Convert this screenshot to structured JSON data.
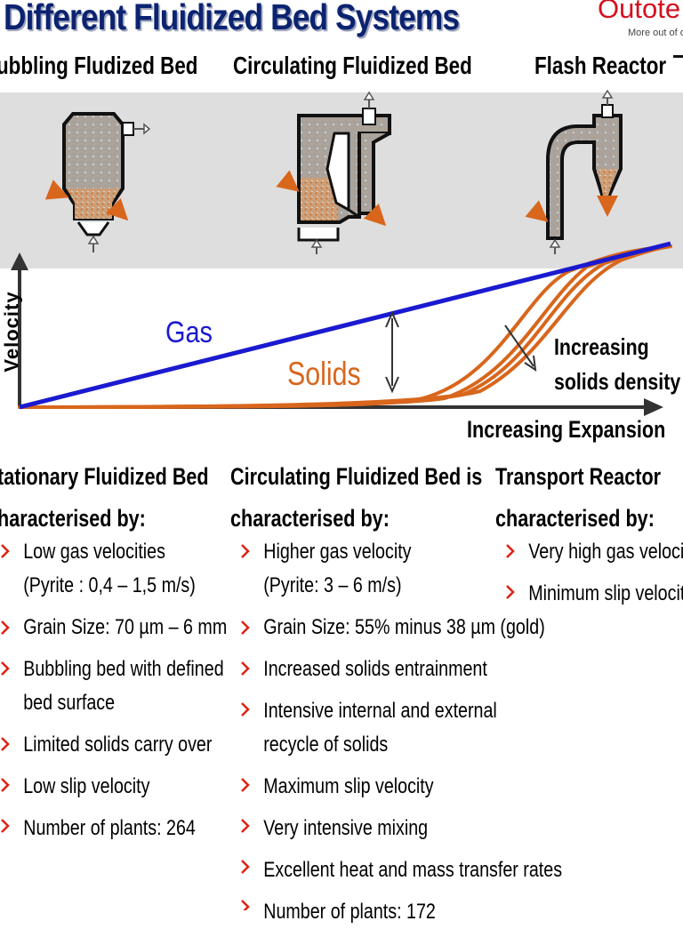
{
  "header": {
    "title": "Different Fluidized Bed Systems",
    "logo_text": "Outote",
    "logo_tagline": "More out of o",
    "brand_color": "#d3101c"
  },
  "column_headers": [
    "ubbling Fludized Bed",
    "Circulating Fluidized Bed",
    "Flash Reactor"
  ],
  "chart": {
    "y_label": "Velocity",
    "x_label": "Increasing Expansion",
    "gas_label": "Gas",
    "solids_label": "Solids",
    "density_label": [
      "Increasing",
      "solids density"
    ],
    "gas_color": "#1a1ad0",
    "solids_color": "#d8661c"
  },
  "sections": [
    {
      "heading": [
        "tationary Fluidized Bed",
        "haracterised by:"
      ],
      "bullets": [
        [
          "Low gas velocities",
          "(Pyrite : 0,4 – 1,5 m/s)"
        ],
        [
          "Grain Size: 70 µm – 6 mm"
        ],
        [
          "Bubbling bed with defined",
          "bed surface"
        ],
        [
          "Limited solids carry over"
        ],
        [
          "Low slip velocity"
        ],
        [
          "Number of plants: 264"
        ]
      ]
    },
    {
      "heading": [
        "Circulating Fluidized Bed is",
        "characterised by:"
      ],
      "bullets": [
        [
          "Higher gas velocity",
          "(Pyrite: 3 – 6 m/s)"
        ],
        [
          "Grain Size: 55% minus 38 µm (gold)"
        ],
        [
          "Increased solids entrainment"
        ],
        [
          "Intensive internal and external",
          "recycle of solids"
        ],
        [
          "Maximum slip velocity"
        ],
        [
          "Very intensive mixing"
        ],
        [
          "Excellent heat and mass transfer rates"
        ],
        [
          "Number of plants: 172"
        ]
      ]
    },
    {
      "heading": [
        "Transport Reactor",
        "characterised by:"
      ],
      "bullets": [
        [
          "Very high gas velocities"
        ],
        [
          "Minimum slip velocity"
        ]
      ]
    }
  ],
  "bullet_icon": "chevron-right-icon",
  "bullet_color": "#e02010"
}
